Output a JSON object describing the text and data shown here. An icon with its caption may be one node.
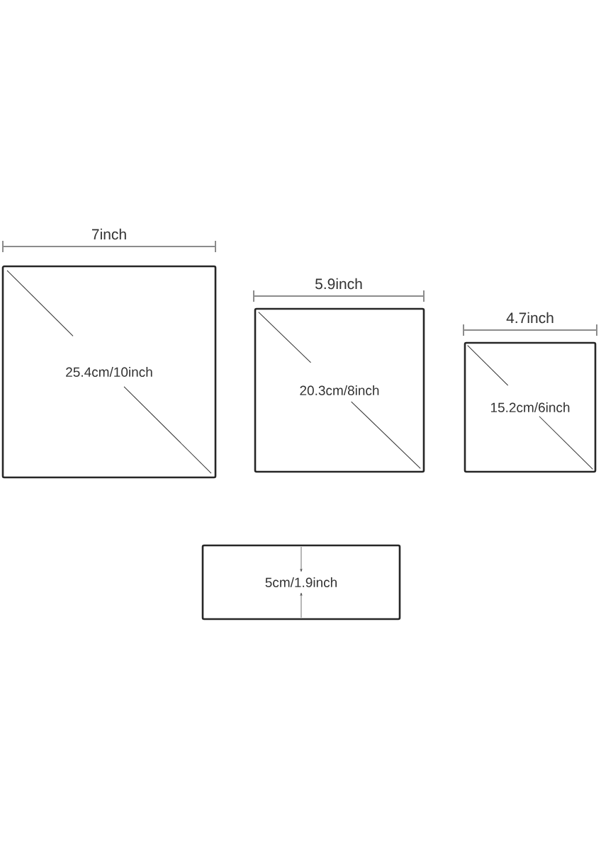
{
  "diagram": {
    "nodes": [
      {
        "text": [
          "25.4cm/10inch"
        ]
      },
      {
        "text": [
          "20.3cm/8inch"
        ]
      },
      {
        "text": [
          "15.2cm/6inch"
        ]
      },
      {
        "text": [
          "5cm/1.9inch"
        ]
      }
    ],
    "labels": [
      "7inch",
      "5.9inch",
      "4.7inch"
    ]
  }
}
